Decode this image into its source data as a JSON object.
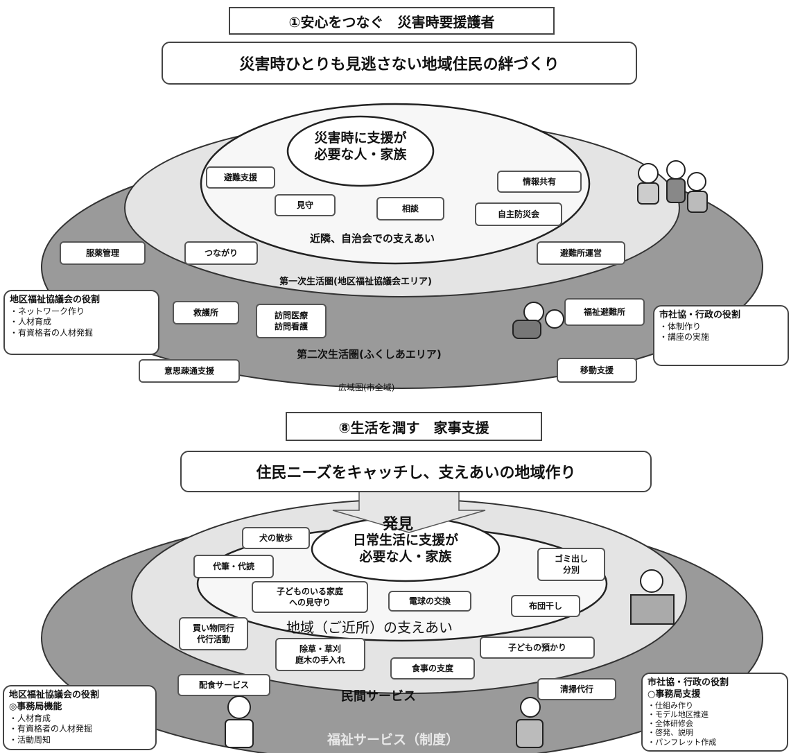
{
  "section1": {
    "title": "①安心をつなぐ　災害時要援護者",
    "banner": "災害時ひとりも見逃さない地域住民の絆づくり",
    "center": [
      "災害時に支援が",
      "必要な人・家族"
    ],
    "ring_labels": {
      "inner": "近隣、自治会での支えあい",
      "middle": "第一次生活圏(地区福祉協議会エリア)",
      "outer": "第二次生活圏(ふくしあエリア)",
      "outside": "広域圏(市全域)"
    },
    "boxes": {
      "evac_support": "避難支援",
      "info_share": "情報共有",
      "watch": "見守",
      "consult": "相談",
      "self_defense": "自主防災会",
      "connection": "つながり",
      "evac_operation": "避難所運営",
      "health_mgmt": "服薬管理",
      "aid_station": "救護所",
      "home_care": [
        "訪問医療",
        "訪問看護"
      ],
      "welfare_shelter": "福祉避難所",
      "communication": "意思疎通支援",
      "mobility": "移動支援"
    },
    "left_role": {
      "title": "地区福祉協議会の役割",
      "items": [
        "ネットワーク作り",
        "人材育成",
        "有資格者の人材発掘"
      ]
    },
    "right_role": {
      "title": "市社協・行政の役割",
      "items": [
        "体制作り",
        "講座の実施"
      ]
    }
  },
  "section2": {
    "title": "⑧生活を潤す　家事支援",
    "banner": "住民ニーズをキャッチし、支えあいの地域作り",
    "discover": "発見",
    "center": [
      "日常生活に支援が",
      "必要な人・家族"
    ],
    "ring_labels": {
      "inner": "地域（ご近所）の支えあい",
      "middle": "民間サービス",
      "outer": "福祉サービス（制度）"
    },
    "boxes": {
      "dog_walk": "犬の散歩",
      "proxy": "代筆・代読",
      "garbage": [
        "ゴミ出し",
        "分別"
      ],
      "child_watch": [
        "子どものいる家庭",
        "への見守り"
      ],
      "bulb": "電球の交換",
      "futon": "布団干し",
      "shopping": [
        "買い物同行",
        "代行活動"
      ],
      "weeding": [
        "除草・草刈",
        "庭木の手入れ"
      ],
      "childcare": "子どもの預かり",
      "meal_support": "食事の支度",
      "meal_delivery": "配食サービス",
      "cleaning": "清掃代行"
    },
    "left_role": {
      "title": "地区福祉協議会の役割",
      "subtitle": "◎事務局機能",
      "items": [
        "人材育成",
        "有資格者の人材発掘",
        "活動周知"
      ]
    },
    "right_role": {
      "title": "市社協・行政の役割",
      "subtitle": "○事務局支援",
      "items": [
        "仕組み作り",
        "モデル地区推進",
        "全体研修会",
        "啓発、説明",
        "パンフレット作成"
      ]
    }
  }
}
